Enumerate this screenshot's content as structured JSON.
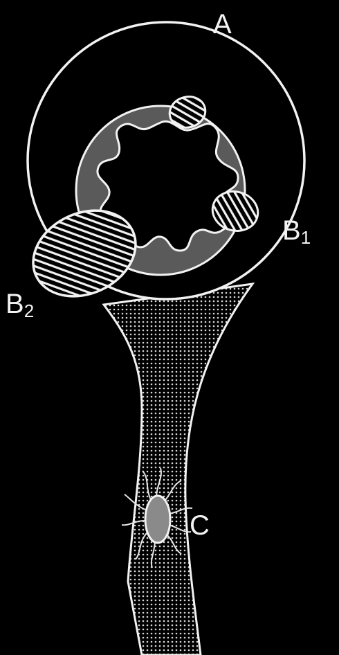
{
  "labels": {
    "a": "A",
    "b1_main": "B",
    "b1_sub": "1",
    "b2_main": "B",
    "b2_sub": "2",
    "c": "C"
  },
  "colors": {
    "background": "#000000",
    "outline": "#f2f2f2",
    "grey_ring": "#5a5a5a",
    "cell_body": "#8a8a8a"
  }
}
